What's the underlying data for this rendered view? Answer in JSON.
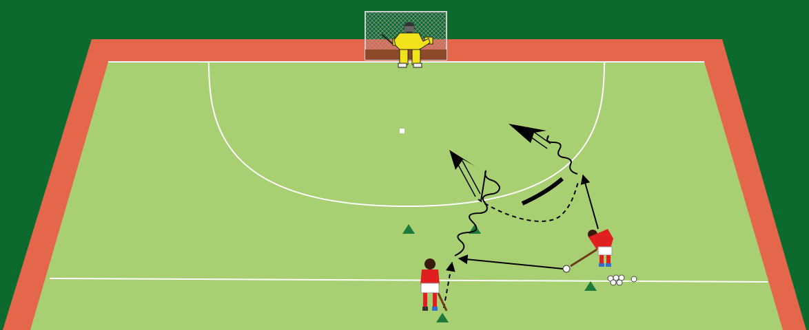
{
  "colors": {
    "background": "#ffffff",
    "surround": "#0c6a2e",
    "border": "#e4674c",
    "pitch": "#a8cf72",
    "lines": "#ffffff",
    "arrow": "#000000",
    "cone": "#1d7a3a",
    "attacker_shirt": "#e02020",
    "attacker_shorts": "#ffffff",
    "keeper_kit": "#f2e21b",
    "goal_net": "#8c4a2a"
  },
  "diagram": {
    "type": "field-hockey-drill",
    "players": [
      {
        "role": "attacker",
        "pose": "receiving"
      },
      {
        "role": "attacker",
        "pose": "passing"
      },
      {
        "role": "goalkeeper",
        "pose": "ready"
      }
    ],
    "balls_in_pile": 6,
    "cones": 4,
    "paths": [
      {
        "type": "pass",
        "style": "solid"
      },
      {
        "type": "run",
        "style": "dashed"
      },
      {
        "type": "dribble",
        "style": "wavy"
      },
      {
        "type": "shot",
        "style": "double-line-arrow"
      }
    ]
  }
}
